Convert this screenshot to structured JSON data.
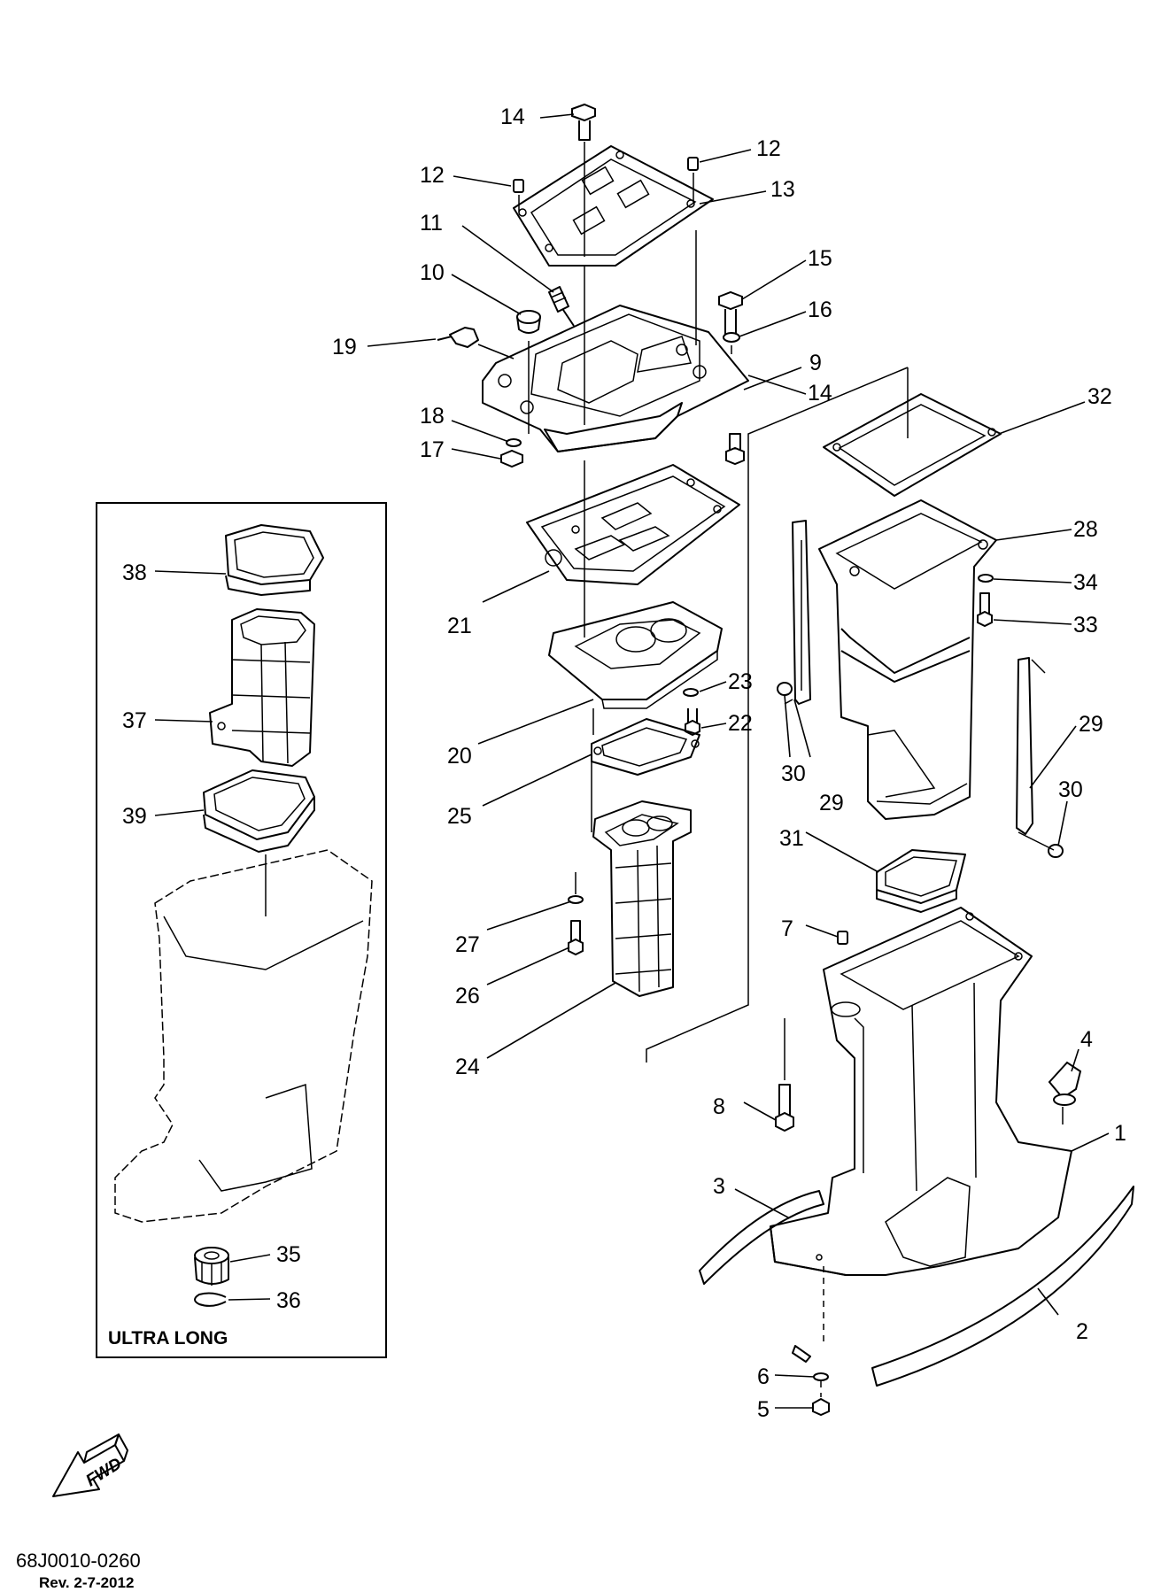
{
  "callouts": {
    "c1": "1",
    "c2": "2",
    "c3": "3",
    "c4": "4",
    "c5": "5",
    "c6": "6",
    "c7": "7",
    "c8": "8",
    "c9": "9",
    "c10": "10",
    "c11": "11",
    "c12a": "12",
    "c12b": "12",
    "c13": "13",
    "c14a": "14",
    "c14b": "14",
    "c15": "15",
    "c16": "16",
    "c17": "17",
    "c18": "18",
    "c19": "19",
    "c20": "20",
    "c21": "21",
    "c22": "22",
    "c23": "23",
    "c24": "24",
    "c25": "25",
    "c26": "26",
    "c27": "27",
    "c28": "28",
    "c29a": "29",
    "c29b": "29",
    "c30a": "30",
    "c30b": "30",
    "c31": "31",
    "c32": "32",
    "c33": "33",
    "c34": "34",
    "c35": "35",
    "c36": "36",
    "c37": "37",
    "c38": "38",
    "c39": "39"
  },
  "inset": {
    "label": "ULTRA LONG"
  },
  "direction_marker": {
    "label": "FWD",
    "icon": "fwd-arrow-icon"
  },
  "footer": {
    "drawing_code": "68J0010-0260",
    "revision": "Rev.  2-7-2012"
  }
}
